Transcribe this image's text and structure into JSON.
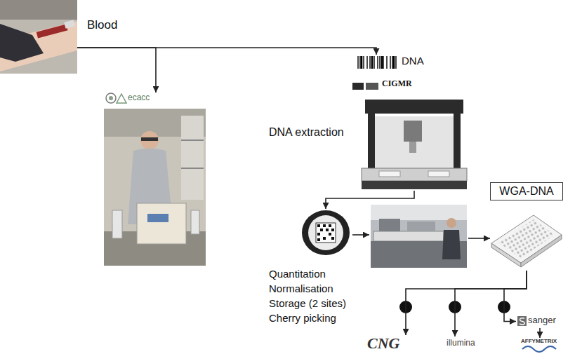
{
  "diagram": {
    "nodes": [
      {
        "text": [
          "Blood"
        ]
      },
      {
        "text": [
          "ecacc"
        ]
      },
      {
        "text": [
          "DNA",
          "CIGMR"
        ]
      },
      {
        "text": [
          "DNA extraction"
        ]
      },
      {
        "text": [
          "Quantitation Normalisation Storage (2 sites) Cherry picking"
        ]
      },
      {
        "text": [
          "WGA-DNA"
        ]
      },
      {
        "text": [
          "CNG"
        ]
      },
      {
        "text": [
          "illumina"
        ]
      },
      {
        "text": [
          "sanger"
        ]
      },
      {
        "text": [
          "AFFYMETRIX"
        ]
      }
    ],
    "edges": [
      {
        "from": 0,
        "to": 1,
        "arrow": "to"
      },
      {
        "from": 0,
        "to": 2,
        "arrow": "to"
      },
      {
        "from": 3,
        "to": 4,
        "arrow": "to"
      },
      {
        "from": 5,
        "to": 6,
        "arrow": "to"
      },
      {
        "from": 5,
        "to": 7,
        "arrow": "to"
      },
      {
        "from": 5,
        "to": 8,
        "arrow": "to"
      },
      {
        "from": 8,
        "to": 9,
        "arrow": "to"
      }
    ]
  }
}
